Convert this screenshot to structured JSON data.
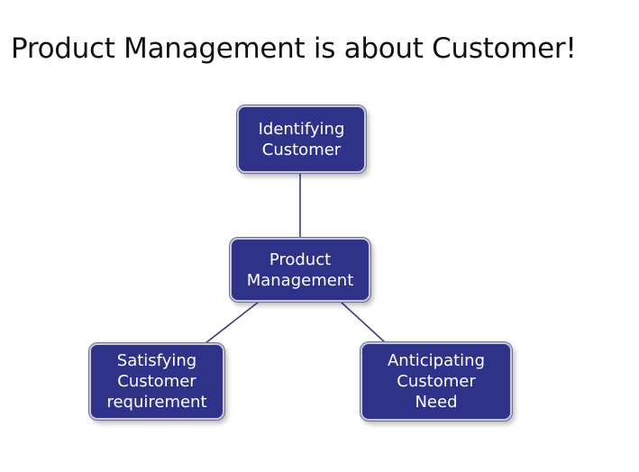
{
  "slide": {
    "title": "Product Management is about Customer!"
  },
  "colors": {
    "node_fill": "#2e3289",
    "node_border": "#c9c9d3",
    "edge": "#3b3d7a",
    "text": "#ffffff"
  },
  "diagram": {
    "nodes": {
      "identify": {
        "lines": [
          "Identifying",
          "Customer"
        ]
      },
      "product": {
        "lines": [
          "Product",
          "Management"
        ]
      },
      "satisfy": {
        "lines": [
          "Satisfying",
          "Customer",
          "requirement"
        ]
      },
      "anticipate": {
        "lines": [
          "Anticipating",
          "Customer",
          "Need"
        ]
      }
    },
    "edges": [
      [
        "product",
        "identify"
      ],
      [
        "product",
        "satisfy"
      ],
      [
        "product",
        "anticipate"
      ]
    ]
  }
}
